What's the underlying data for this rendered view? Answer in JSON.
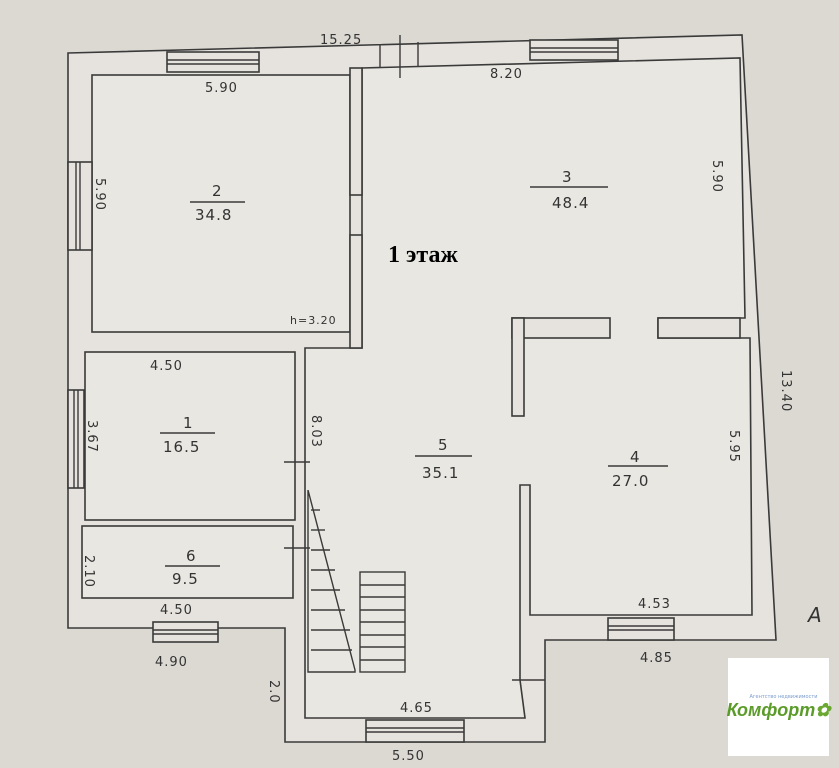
{
  "plan": {
    "title": "1 этаж",
    "overall": {
      "top": "15.25",
      "right": "13.40",
      "bottom": "5.50"
    },
    "rooms": [
      {
        "number": "2",
        "area": "34.8",
        "width": "5.90",
        "depth": "5.90",
        "height": "h=3.20"
      },
      {
        "number": "3",
        "area": "48.4",
        "width": "8.20",
        "depth": "5.90"
      },
      {
        "number": "1",
        "area": "16.5",
        "width": "4.50",
        "depth": "3.67"
      },
      {
        "number": "6",
        "area": "9.5",
        "width": "4.50",
        "depth": "2.10"
      },
      {
        "number": "5",
        "area": "35.1",
        "width": "4.65",
        "depth": "8.03"
      },
      {
        "number": "4",
        "area": "27.0",
        "width": "4.53",
        "depth": "5.95"
      }
    ],
    "extra_dims": {
      "left_bottom": "4.90",
      "step": "2.0",
      "right_bottom": "4.85"
    },
    "corner_mark": "A"
  },
  "logo": {
    "tagline": "Агентство недвижимости",
    "brand": "Комфорт"
  }
}
